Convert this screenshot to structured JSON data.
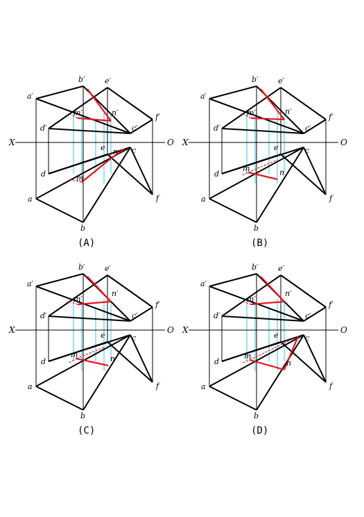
{
  "axis": {
    "left_label": "X",
    "right_label": "O"
  },
  "point_labels": {
    "a_prime": "a′",
    "b_prime": "b′",
    "c_prime": "c′",
    "d_prime": "d′",
    "e_prime": "e′",
    "f_prime": "f′",
    "m_prime": "m′",
    "n_prime": "n′",
    "a": "a",
    "b": "b",
    "c": "c",
    "d": "d",
    "e": "e",
    "f": "f",
    "m": "m",
    "n": "n"
  },
  "colors": {
    "outline": "#000000",
    "section": "#e8141c",
    "projector": "#30c8e0",
    "hidden": "#e8141c"
  },
  "panels": [
    {
      "id": "A",
      "caption": "(A)"
    },
    {
      "id": "B",
      "caption": "(B)"
    },
    {
      "id": "C",
      "caption": "(C)"
    },
    {
      "id": "D",
      "caption": "(D)"
    }
  ]
}
